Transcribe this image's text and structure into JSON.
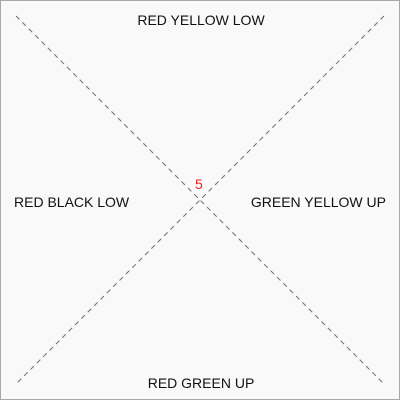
{
  "labels": {
    "top": "RED YELLOW LOW",
    "left": "RED BLACK LOW",
    "right": "GREEN YELLOW UP",
    "bottom": "RED GREEN UP"
  },
  "center": {
    "value": "5",
    "color": "#e8262b"
  }
}
